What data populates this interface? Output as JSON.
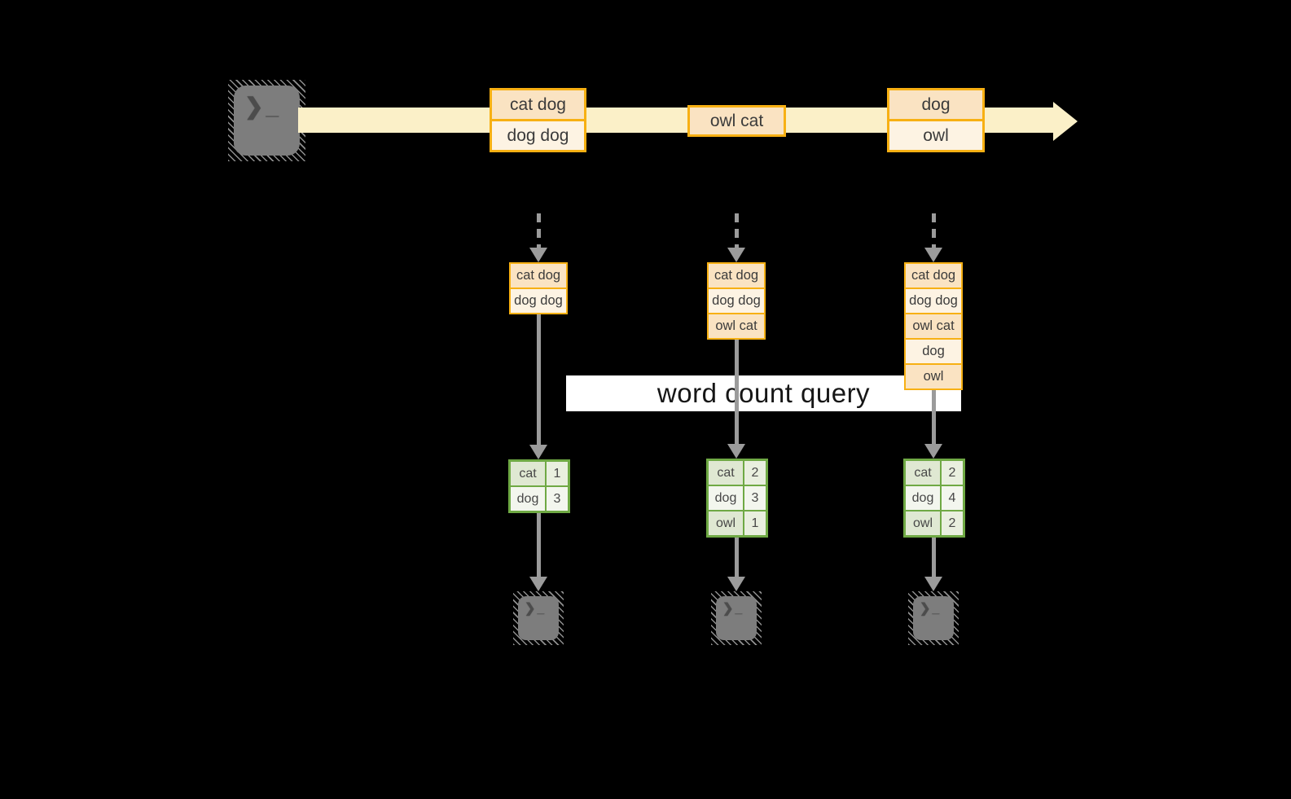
{
  "colors": {
    "background": "#000000",
    "stream_band": "#fbf0c8",
    "record_peach": "#fae3c2",
    "record_cream": "#fdf3e3",
    "record_border_orange": "#f7b013",
    "table_border_green": "#6fa944",
    "table_cell_dark": "#dfe8d2",
    "table_cell_light": "#f3f6ee",
    "arrow_gray": "#9b9b9b",
    "terminal_gray": "#7d7d7d",
    "query_band": "#ffffff"
  },
  "stream": {
    "batches": [
      {
        "rows": [
          "cat dog",
          "dog dog"
        ]
      },
      {
        "rows": [
          "owl cat"
        ]
      },
      {
        "rows": [
          "dog",
          "owl"
        ]
      }
    ]
  },
  "query": {
    "label": "word count query"
  },
  "columns": [
    {
      "state_rows": [
        "cat dog",
        "dog dog"
      ],
      "counts": [
        {
          "word": "cat",
          "value": "1"
        },
        {
          "word": "dog",
          "value": "3"
        }
      ]
    },
    {
      "state_rows": [
        "cat dog",
        "dog dog",
        "owl cat"
      ],
      "counts": [
        {
          "word": "cat",
          "value": "2"
        },
        {
          "word": "dog",
          "value": "3"
        },
        {
          "word": "owl",
          "value": "1"
        }
      ]
    },
    {
      "state_rows": [
        "cat dog",
        "dog dog",
        "owl cat",
        "dog",
        "owl"
      ],
      "counts": [
        {
          "word": "cat",
          "value": "2"
        },
        {
          "word": "dog",
          "value": "4"
        },
        {
          "word": "owl",
          "value": "2"
        }
      ]
    }
  ],
  "icons": {
    "terminal_glyph": "❯_"
  }
}
